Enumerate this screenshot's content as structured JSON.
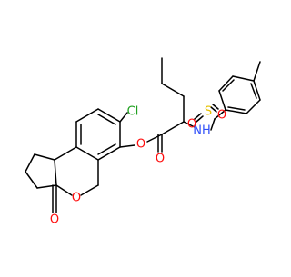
{
  "colors": {
    "bond": "#000000",
    "oxygen": "#ff0d0d",
    "nitrogen": "#3050f8",
    "sulfur": "#e6c200",
    "chlorine": "#1fa01f"
  },
  "atoms": {
    "cl": "Cl",
    "o_ester": "O",
    "o_carbonyl": "O",
    "nh": "NH",
    "s": "S",
    "o_s1": "O",
    "o_s2": "O",
    "o_ring": "O",
    "o_ketone": "O"
  }
}
